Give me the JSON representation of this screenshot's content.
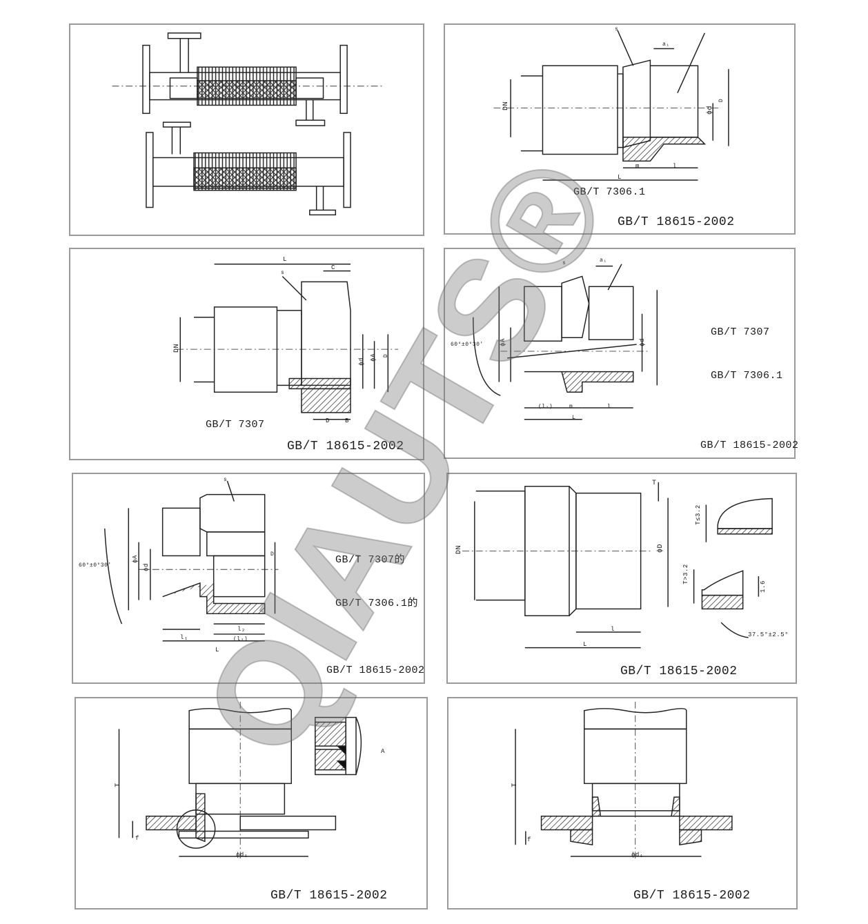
{
  "watermark": {
    "text": "QIAUTS®"
  },
  "panels": [
    {
      "id": "p1",
      "captions": []
    },
    {
      "id": "p2",
      "captions": [
        "GB/T 7306.1",
        "GB/T 18615-2002"
      ],
      "dims": {
        "dn": "DN",
        "L": "L",
        "l": "l",
        "m": "m",
        "d": "ϕd",
        "D": "D",
        "s": "s",
        "a": "a₁"
      }
    },
    {
      "id": "p3",
      "captions": [
        "GB/T 7307",
        "GB/T 18615-2002"
      ],
      "dims": {
        "dn": "DN",
        "L": "L",
        "C": "C",
        "s": "s",
        "D": "D",
        "B": "B",
        "d": "ϕd",
        "A": "ϕA",
        "D2": "D"
      }
    },
    {
      "id": "p4",
      "captions": [
        "GB/T 7307",
        "GB/T 7306.1",
        "GB/T 18615-2002"
      ],
      "dims": {
        "angle": "60°±0°30'",
        "L": "L",
        "l1": "(l₁)",
        "m": "m",
        "l": "l",
        "A": "ϕA",
        "d": "ϕd",
        "s": "s",
        "a": "a₁"
      }
    },
    {
      "id": "p5",
      "captions": [
        "GB/T 7307的",
        "GB/T 7306.1的",
        "GB/T 18615-2002"
      ],
      "dims": {
        "angle": "60°±0°30'",
        "L": "L",
        "l1": "l₁",
        "l2": "l₂",
        "l3": "(l₃)",
        "A": "ϕA",
        "d": "ϕd",
        "s": "s",
        "D": "D"
      }
    },
    {
      "id": "p6",
      "captions": [
        "GB/T 18615-2002"
      ],
      "dims": {
        "dn": "DN",
        "L": "L",
        "l": "l",
        "D": "ϕD",
        "T": "T",
        "t1": "T≤3.2",
        "t2": "T>3.2",
        "h": "1.6",
        "angle": "37.5°±2.5°"
      }
    },
    {
      "id": "p7",
      "captions": [
        "GB/T 18615-2002"
      ],
      "dims": {
        "T": "T",
        "d1": "ϕd₁",
        "f": "f",
        "A": "A"
      }
    },
    {
      "id": "p8",
      "captions": [
        "GB/T 18615-2002"
      ],
      "dims": {
        "T": "T",
        "d1": "ϕd₁",
        "f": "f"
      }
    }
  ]
}
